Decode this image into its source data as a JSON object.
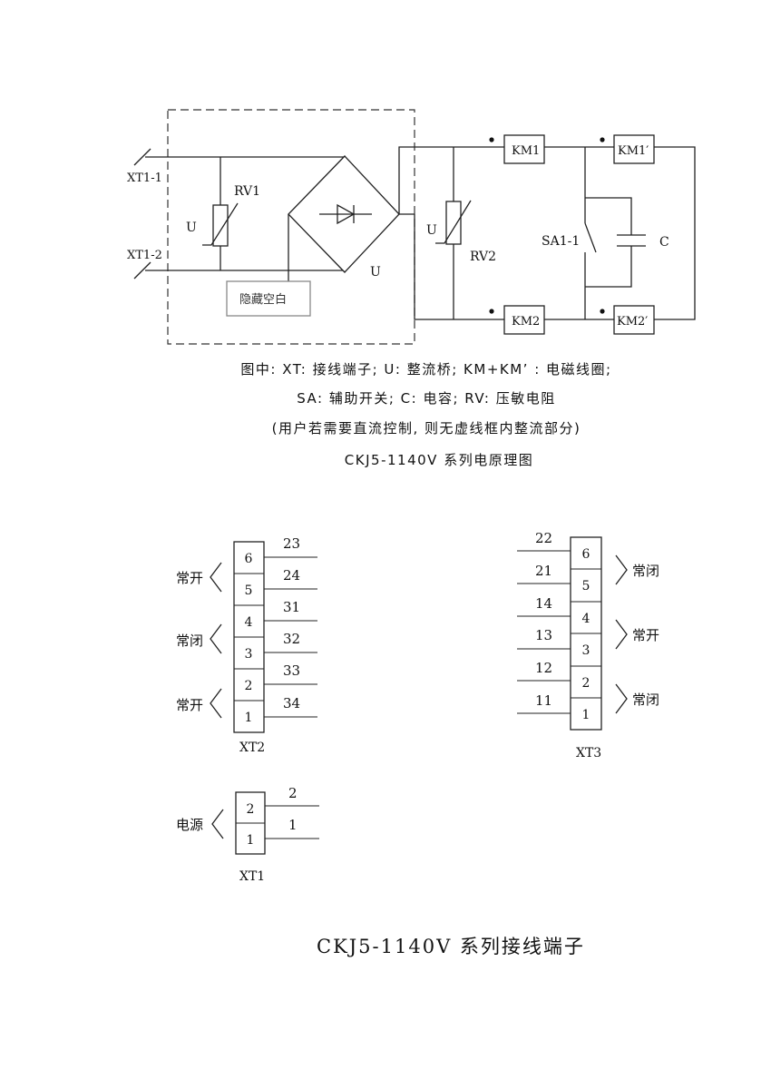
{
  "schematic": {
    "terminal_top": "XT1-1",
    "terminal_bottom": "XT1-2",
    "rv1_label": "RV1",
    "u_left": "U",
    "u_bridge": "U",
    "u_right": "U",
    "rv2_label": "RV2",
    "km1": "KM1",
    "km1_prime": "KM1′",
    "km2": "KM2",
    "km2_prime": "KM2′",
    "sa_label": "SA1-1",
    "c_label": "C",
    "hidden_box": "隐藏空白"
  },
  "caption": {
    "line1": "图中: XT: 接线端子; U: 整流桥; KM+KM’ : 电磁线圈;",
    "line2": "SA: 辅助开关; C: 电容; RV: 压敏电阻",
    "line3": "(用户若需要直流控制, 则无虚线框内整流部分)",
    "line4": "CKJ5-1140V 系列电原理图"
  },
  "xt2": {
    "name": "XT2",
    "cells": [
      "6",
      "5",
      "4",
      "3",
      "2",
      "1"
    ],
    "wires": [
      "23",
      "24",
      "31",
      "32",
      "33",
      "34"
    ],
    "groups": [
      "常开",
      "常闭",
      "常开"
    ]
  },
  "xt3": {
    "name": "XT3",
    "cells": [
      "6",
      "5",
      "4",
      "3",
      "2",
      "1"
    ],
    "wires": [
      "22",
      "21",
      "14",
      "13",
      "12",
      "11"
    ],
    "groups": [
      "常闭",
      "常开",
      "常闭"
    ]
  },
  "xt1": {
    "name": "XT1",
    "cells": [
      "2",
      "1"
    ],
    "wires": [
      "2",
      "1"
    ],
    "group": "电源"
  },
  "bottom_title": "CKJ5-1140V 系列接线端子"
}
